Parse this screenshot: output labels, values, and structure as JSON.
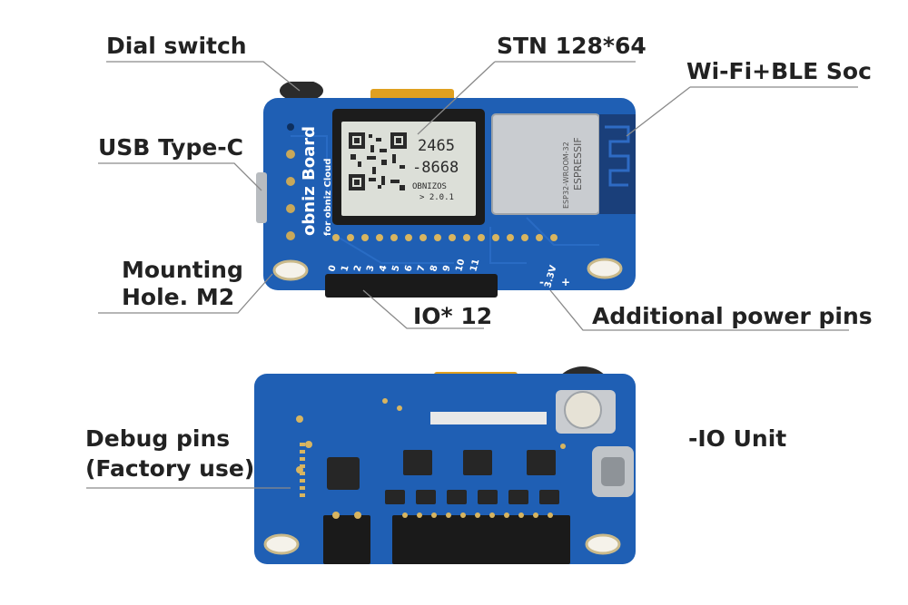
{
  "labels": {
    "dial_switch": "Dial switch",
    "stn": "STN 128*64",
    "wifi_ble": "Wi-Fi+BLE Soc",
    "usb_type_c": "USB Type-C",
    "mounting_hole_line1": "Mounting",
    "mounting_hole_line2": "Hole. M2",
    "io12": "IO* 12",
    "additional_power": "Additional power pins",
    "debug_line1": "Debug pins",
    "debug_line2": "(Factory use)",
    "io_unit": "-IO Unit"
  },
  "board_front": {
    "silk_brand": "obniz Board",
    "silk_sub": "for obniz Cloud",
    "lcd_line1": "2465",
    "lcd_line2": "-8668",
    "lcd_line3": "OBNIZOS",
    "lcd_line4": "> 2.0.1",
    "module_brand": "ESPRESSIF",
    "module_model": "ESP32-WROOM-32",
    "pin_numbers": [
      "0",
      "1",
      "2",
      "3",
      "4",
      "5",
      "6",
      "7",
      "8",
      "9",
      "10",
      "11"
    ],
    "power_pin_label": "3.3V",
    "minus_sign": "-",
    "plus_sign": "+"
  },
  "colors": {
    "pcb_blue": "#1f5fb4",
    "pcb_dark": "#174c93",
    "lcd_bg": "#dcdfd8",
    "module_silver": "#c9ccd0",
    "text": "#222222"
  }
}
